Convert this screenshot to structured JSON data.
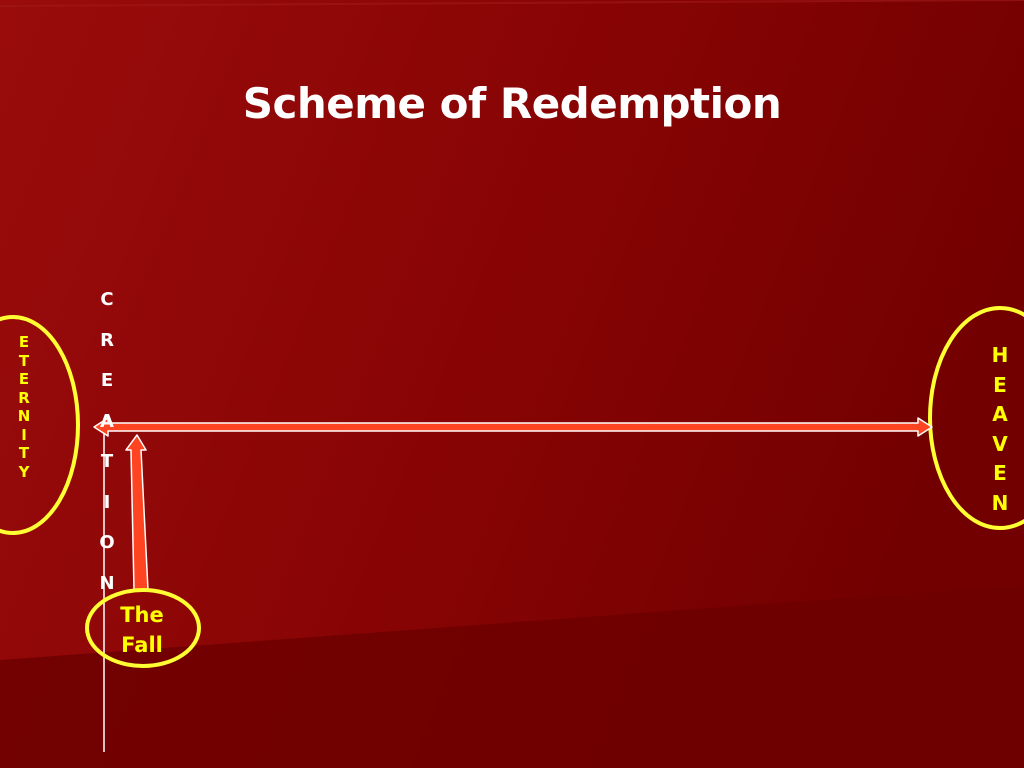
{
  "title": "Scheme of Redemption",
  "eternity": [
    "E",
    "T",
    "E",
    "R",
    "N",
    "I",
    "T",
    "Y"
  ],
  "creation": [
    "C",
    "R",
    "E",
    "A",
    "T",
    "I",
    "O",
    "N"
  ],
  "heaven": [
    "H",
    "E",
    "A",
    "V",
    "E",
    "N"
  ],
  "fall": [
    "The",
    "Fall"
  ],
  "colors": {
    "background": "#7a0000",
    "background_light": "#960a0a",
    "circle_outline": "#ffff33",
    "arrow_fill": "#ff4422",
    "timeline_text": "#ffffff",
    "label_text": "#ffff00"
  }
}
